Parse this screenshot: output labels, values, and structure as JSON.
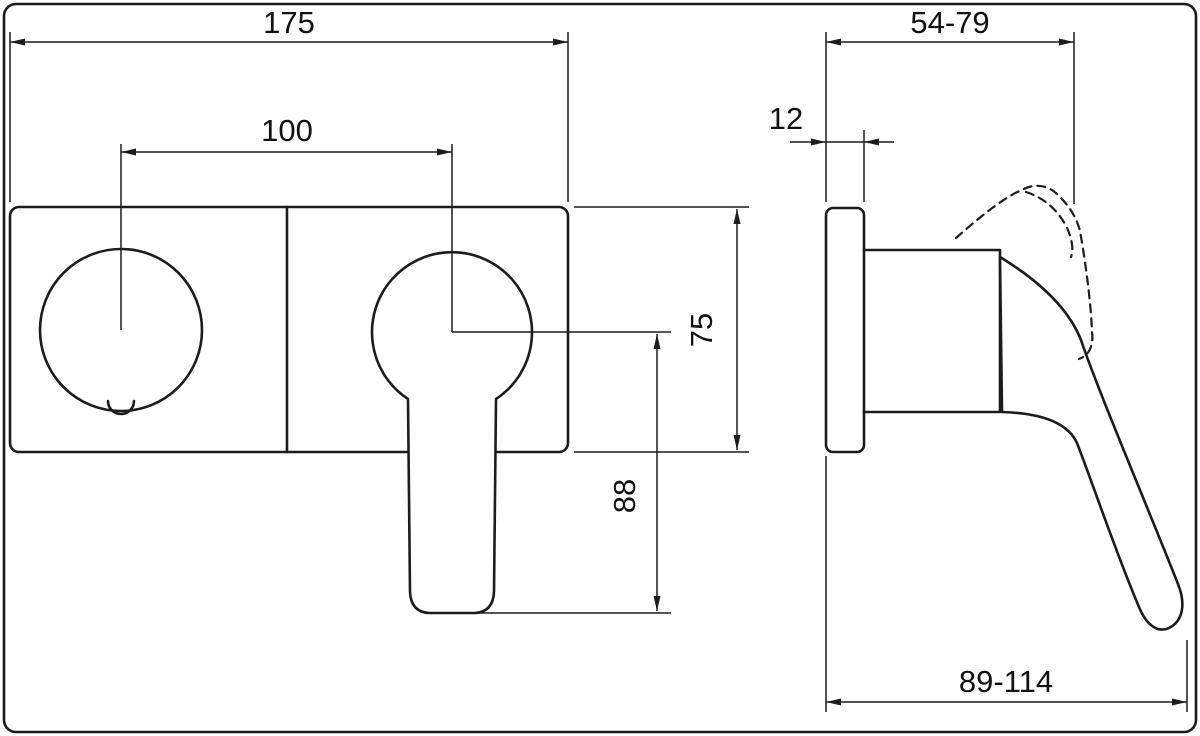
{
  "drawing": {
    "type": "technical-dimension-drawing",
    "subject": "wall-mounted-single-lever-mixer",
    "line_color": "#1c1c1c"
  },
  "dimensions": {
    "front": {
      "total_width": "175",
      "center_distance": "100",
      "plate_height": "75",
      "handle_drop": "88"
    },
    "side": {
      "depth_range": "54-79",
      "plate_thickness": "12",
      "total_depth_range": "89-114"
    }
  }
}
